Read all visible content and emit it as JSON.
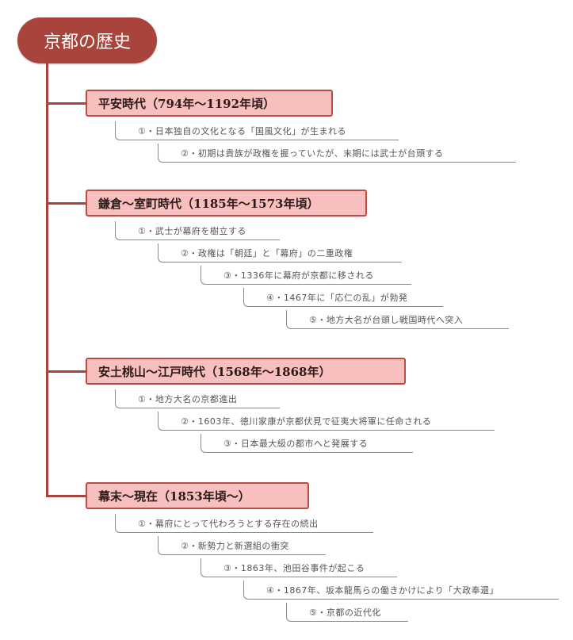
{
  "title": "京都の歴史",
  "eras": [
    {
      "heading": "平安時代（794年〜1192年頃）",
      "items": [
        "①・日本独自の文化となる「国風文化」が生まれる",
        "②・初期は貴族が政権を握っていたが、末期には武士が台頭する"
      ]
    },
    {
      "heading": "鎌倉〜室町時代（1185年〜1573年頃）",
      "items": [
        "①・武士が幕府を樹立する",
        "②・政権は「朝廷」と「幕府」の二重政権",
        "③・1336年に幕府が京都に移される",
        "④・1467年に「応仁の乱」が勃発",
        "⑤・地方大名が台頭し戦国時代へ突入"
      ]
    },
    {
      "heading": "安土桃山〜江戸時代（1568年〜1868年）",
      "items": [
        "①・地方大名の京都進出",
        "②・1603年、徳川家康が京都伏見で征夷大将軍に任命される",
        "③・日本最大級の都市へと発展する"
      ]
    },
    {
      "heading": "幕末〜現在（1853年頃〜）",
      "items": [
        "①・幕府にとって代わろうとする存在の続出",
        "②・新勢力と新選組の衝突",
        "③・1863年、池田谷事件が起こる",
        "④・1867年、坂本龍馬らの働きかけにより「大政奉還」",
        "⑤・京都の近代化"
      ]
    }
  ],
  "colors": {
    "root": "#a9443d",
    "era_fill": "#f7c0bf",
    "era_border": "#b84d46"
  }
}
